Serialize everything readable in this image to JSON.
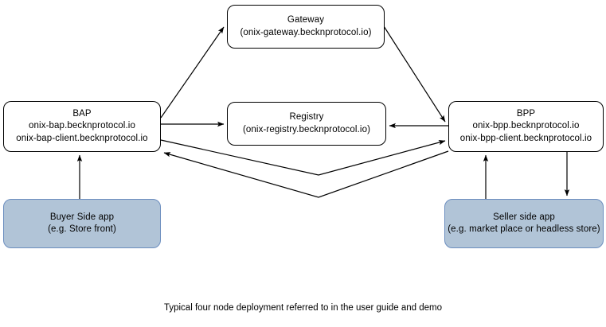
{
  "diagram": {
    "caption": "Typical four node deployment referred to in the user guide and demo",
    "colors": {
      "shaded_fill": "#b1c4d7",
      "shaded_border": "#6c8ebf",
      "plain_fill": "#ffffff",
      "plain_border": "#000000",
      "edge": "#000000"
    },
    "nodes": [
      {
        "id": "gateway",
        "style": "plain",
        "title": "Gateway",
        "subtitle": "(onix-gateway.becknprotocol.io)"
      },
      {
        "id": "bap",
        "style": "plain",
        "title": "BAP",
        "subtitle": "onix-bap.becknprotocol.io",
        "subtitle2": "onix-bap-client.becknprotocol.io"
      },
      {
        "id": "registry",
        "style": "plain",
        "title": "Registry",
        "subtitle": "(onix-registry.becknprotocol.io)"
      },
      {
        "id": "bpp",
        "style": "plain",
        "title": "BPP",
        "subtitle": "onix-bpp.becknprotocol.io",
        "subtitle2": "onix-bpp-client.becknprotocol.io"
      },
      {
        "id": "buyer",
        "style": "shaded",
        "title": "Buyer Side app",
        "subtitle": "(e.g. Store front)"
      },
      {
        "id": "seller",
        "style": "shaded",
        "title": "Seller side app",
        "subtitle": "(e.g. market place or headless store)"
      }
    ],
    "edges": [
      {
        "id": "bap-to-gateway",
        "from": "bap",
        "to": "gateway",
        "label": ""
      },
      {
        "id": "gateway-to-bpp",
        "from": "gateway",
        "to": "bpp",
        "label": ""
      },
      {
        "id": "bap-to-registry",
        "from": "bap",
        "to": "registry",
        "label": ""
      },
      {
        "id": "bpp-to-registry",
        "from": "bpp",
        "to": "registry",
        "label": ""
      },
      {
        "id": "bap-to-bpp",
        "from": "bap",
        "to": "bpp",
        "label": ""
      },
      {
        "id": "bpp-to-bap",
        "from": "bpp",
        "to": "bap",
        "label": ""
      },
      {
        "id": "buyer-to-bap",
        "from": "buyer",
        "to": "bap",
        "label": ""
      },
      {
        "id": "seller-to-bpp",
        "from": "seller",
        "to": "bpp",
        "label": ""
      },
      {
        "id": "bpp-to-seller",
        "from": "bpp",
        "to": "seller",
        "label": ""
      }
    ]
  }
}
